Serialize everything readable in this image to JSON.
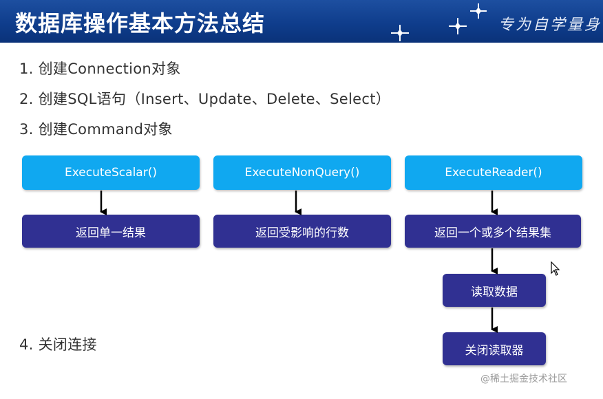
{
  "header": {
    "title": "数据库操作基本方法总结",
    "brand": "专为自学量身"
  },
  "steps": [
    "1. 创建Connection对象",
    "2. 创建SQL语句（Insert、Update、Delete、Select）",
    "3. 创建Command对象",
    "4. 关闭连接"
  ],
  "methods": [
    {
      "name": "ExecuteScalar()",
      "result": "返回单一结果"
    },
    {
      "name": "ExecuteNonQuery()",
      "result": "返回受影响的行数"
    },
    {
      "name": "ExecuteReader()",
      "result": "返回一个或多个结果集"
    }
  ],
  "reader_steps": [
    "读取数据",
    "关闭读取器"
  ],
  "watermark": "@稀土掘金技术社区",
  "colors": {
    "header": "#0f3d8c",
    "method_box": "#10a8f0",
    "result_box": "#303092"
  }
}
